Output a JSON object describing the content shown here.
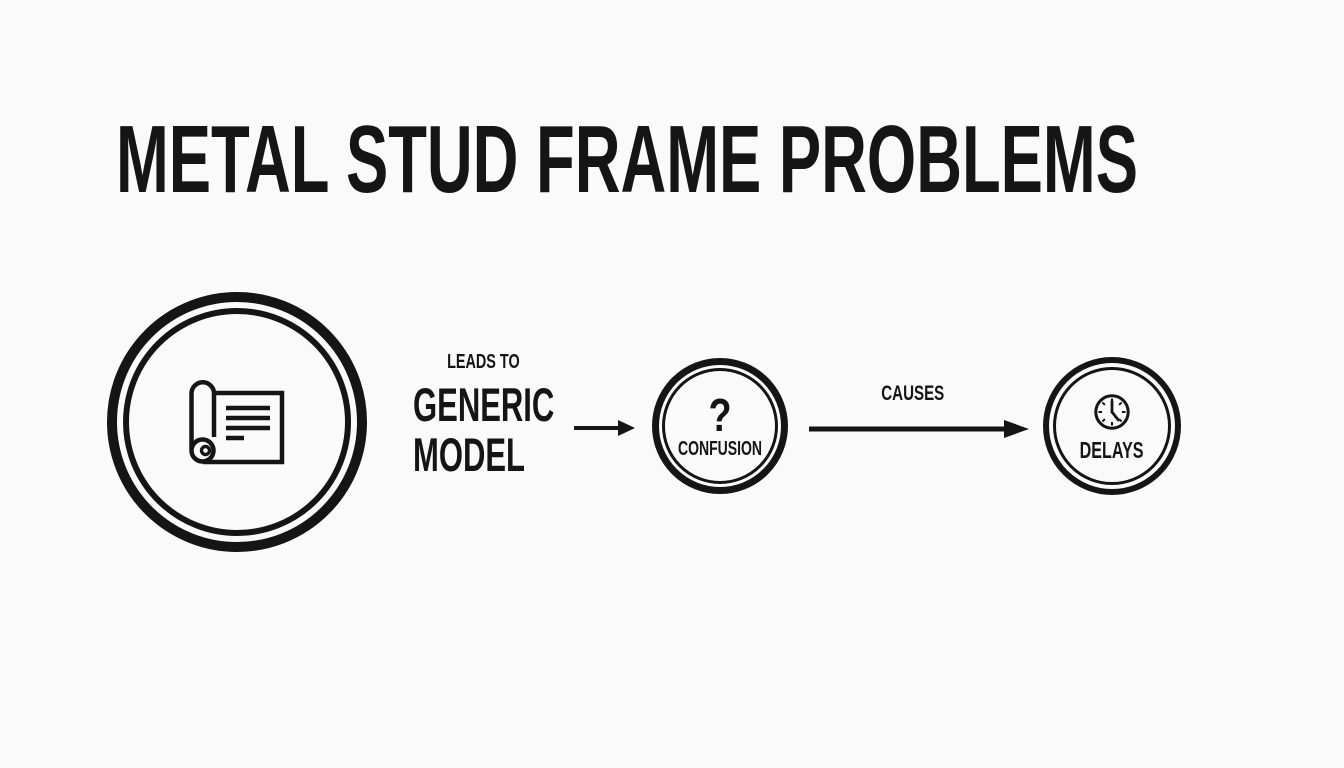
{
  "page": {
    "background_color": "#fafafa",
    "ink_color": "#151515"
  },
  "title": "METAL STUD FRAME PROBLEMS",
  "diagram": {
    "source_node": {
      "icon": "scroll-document-icon"
    },
    "leads_to_label": "LEADS TO",
    "generic_model": {
      "line1": "GENERIC",
      "line2": "MODEL"
    },
    "confusion_node": {
      "symbol": "?",
      "label": "CONFUSION"
    },
    "causes_label": "CAUSES",
    "delays_node": {
      "icon": "clock-icon",
      "label": "DELAYS"
    }
  }
}
